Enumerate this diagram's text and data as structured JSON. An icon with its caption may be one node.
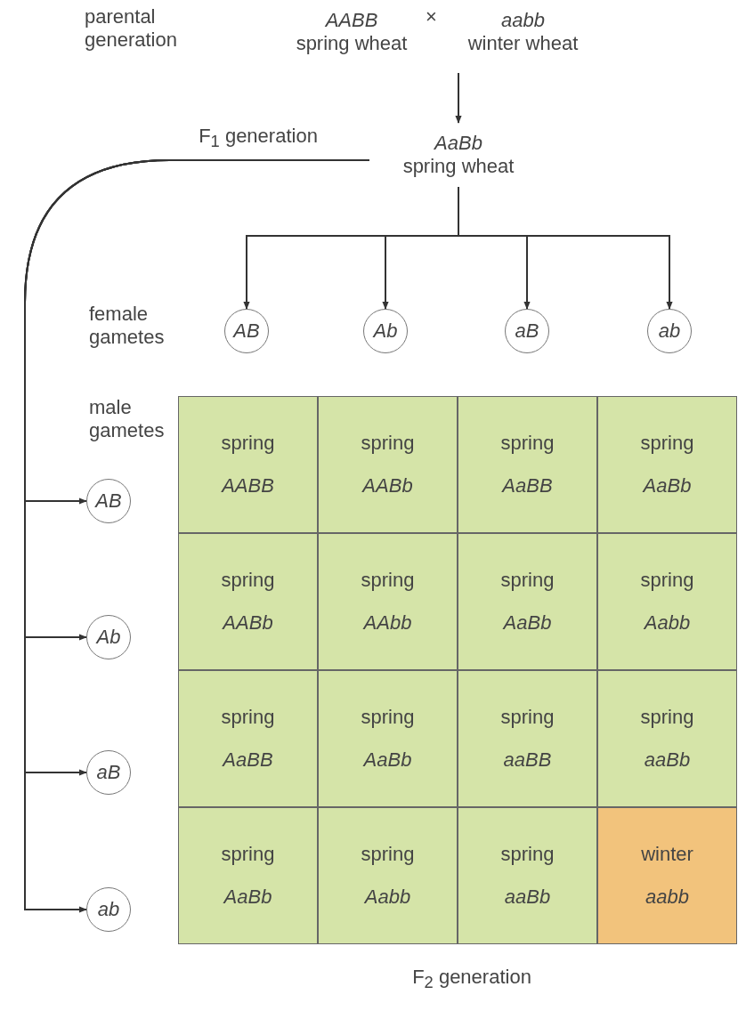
{
  "diagram": {
    "nodes": [
      {
        "text": [
          "AABB",
          "spring wheat"
        ]
      },
      {
        "text": [
          "aabb",
          "winter wheat"
        ]
      },
      {
        "text": [
          "AaBb",
          "spring wheat"
        ]
      },
      {
        "text": [
          "AB"
        ]
      },
      {
        "text": [
          "Ab"
        ]
      },
      {
        "text": [
          "aB"
        ]
      },
      {
        "text": [
          "ab"
        ]
      },
      {
        "text": [
          "AB"
        ]
      },
      {
        "text": [
          "Ab"
        ]
      },
      {
        "text": [
          "aB"
        ]
      },
      {
        "text": [
          "ab"
        ]
      },
      {
        "text": [
          "spring",
          "AABB"
        ]
      },
      {
        "text": [
          "spring",
          "AABb"
        ]
      },
      {
        "text": [
          "spring",
          "AaBB"
        ]
      },
      {
        "text": [
          "spring",
          "AaBb"
        ]
      },
      {
        "text": [
          "spring",
          "AABb"
        ]
      },
      {
        "text": [
          "spring",
          "AAbb"
        ]
      },
      {
        "text": [
          "spring",
          "AaBb"
        ]
      },
      {
        "text": [
          "spring",
          "Aabb"
        ]
      },
      {
        "text": [
          "spring",
          "AaBB"
        ]
      },
      {
        "text": [
          "spring",
          "AaBb"
        ]
      },
      {
        "text": [
          "spring",
          "aaBB"
        ]
      },
      {
        "text": [
          "spring",
          "aaBb"
        ]
      },
      {
        "text": [
          "spring",
          "AaBb"
        ]
      },
      {
        "text": [
          "spring",
          "Aabb"
        ]
      },
      {
        "text": [
          "spring",
          "aaBb"
        ]
      },
      {
        "text": [
          "winter",
          "aabb"
        ]
      }
    ],
    "edges": [
      {
        "from": null,
        "to": 2,
        "arrow": "to"
      },
      {
        "from": 2,
        "to": 3,
        "arrow": "to"
      },
      {
        "from": 2,
        "to": 4,
        "arrow": "to"
      },
      {
        "from": 2,
        "to": 5,
        "arrow": "to"
      },
      {
        "from": 2,
        "to": 6,
        "arrow": "to"
      },
      {
        "from": 2,
        "to": 7,
        "arrow": "to"
      },
      {
        "from": 2,
        "to": 8,
        "arrow": "to"
      },
      {
        "from": 2,
        "to": 9,
        "arrow": "to"
      },
      {
        "from": 2,
        "to": 10,
        "arrow": "to"
      }
    ],
    "labels": [
      "parental generation",
      "×",
      "F$_{1}$ generation",
      "female gametes",
      "male gametes",
      "F$_{2}$ generation"
    ]
  }
}
